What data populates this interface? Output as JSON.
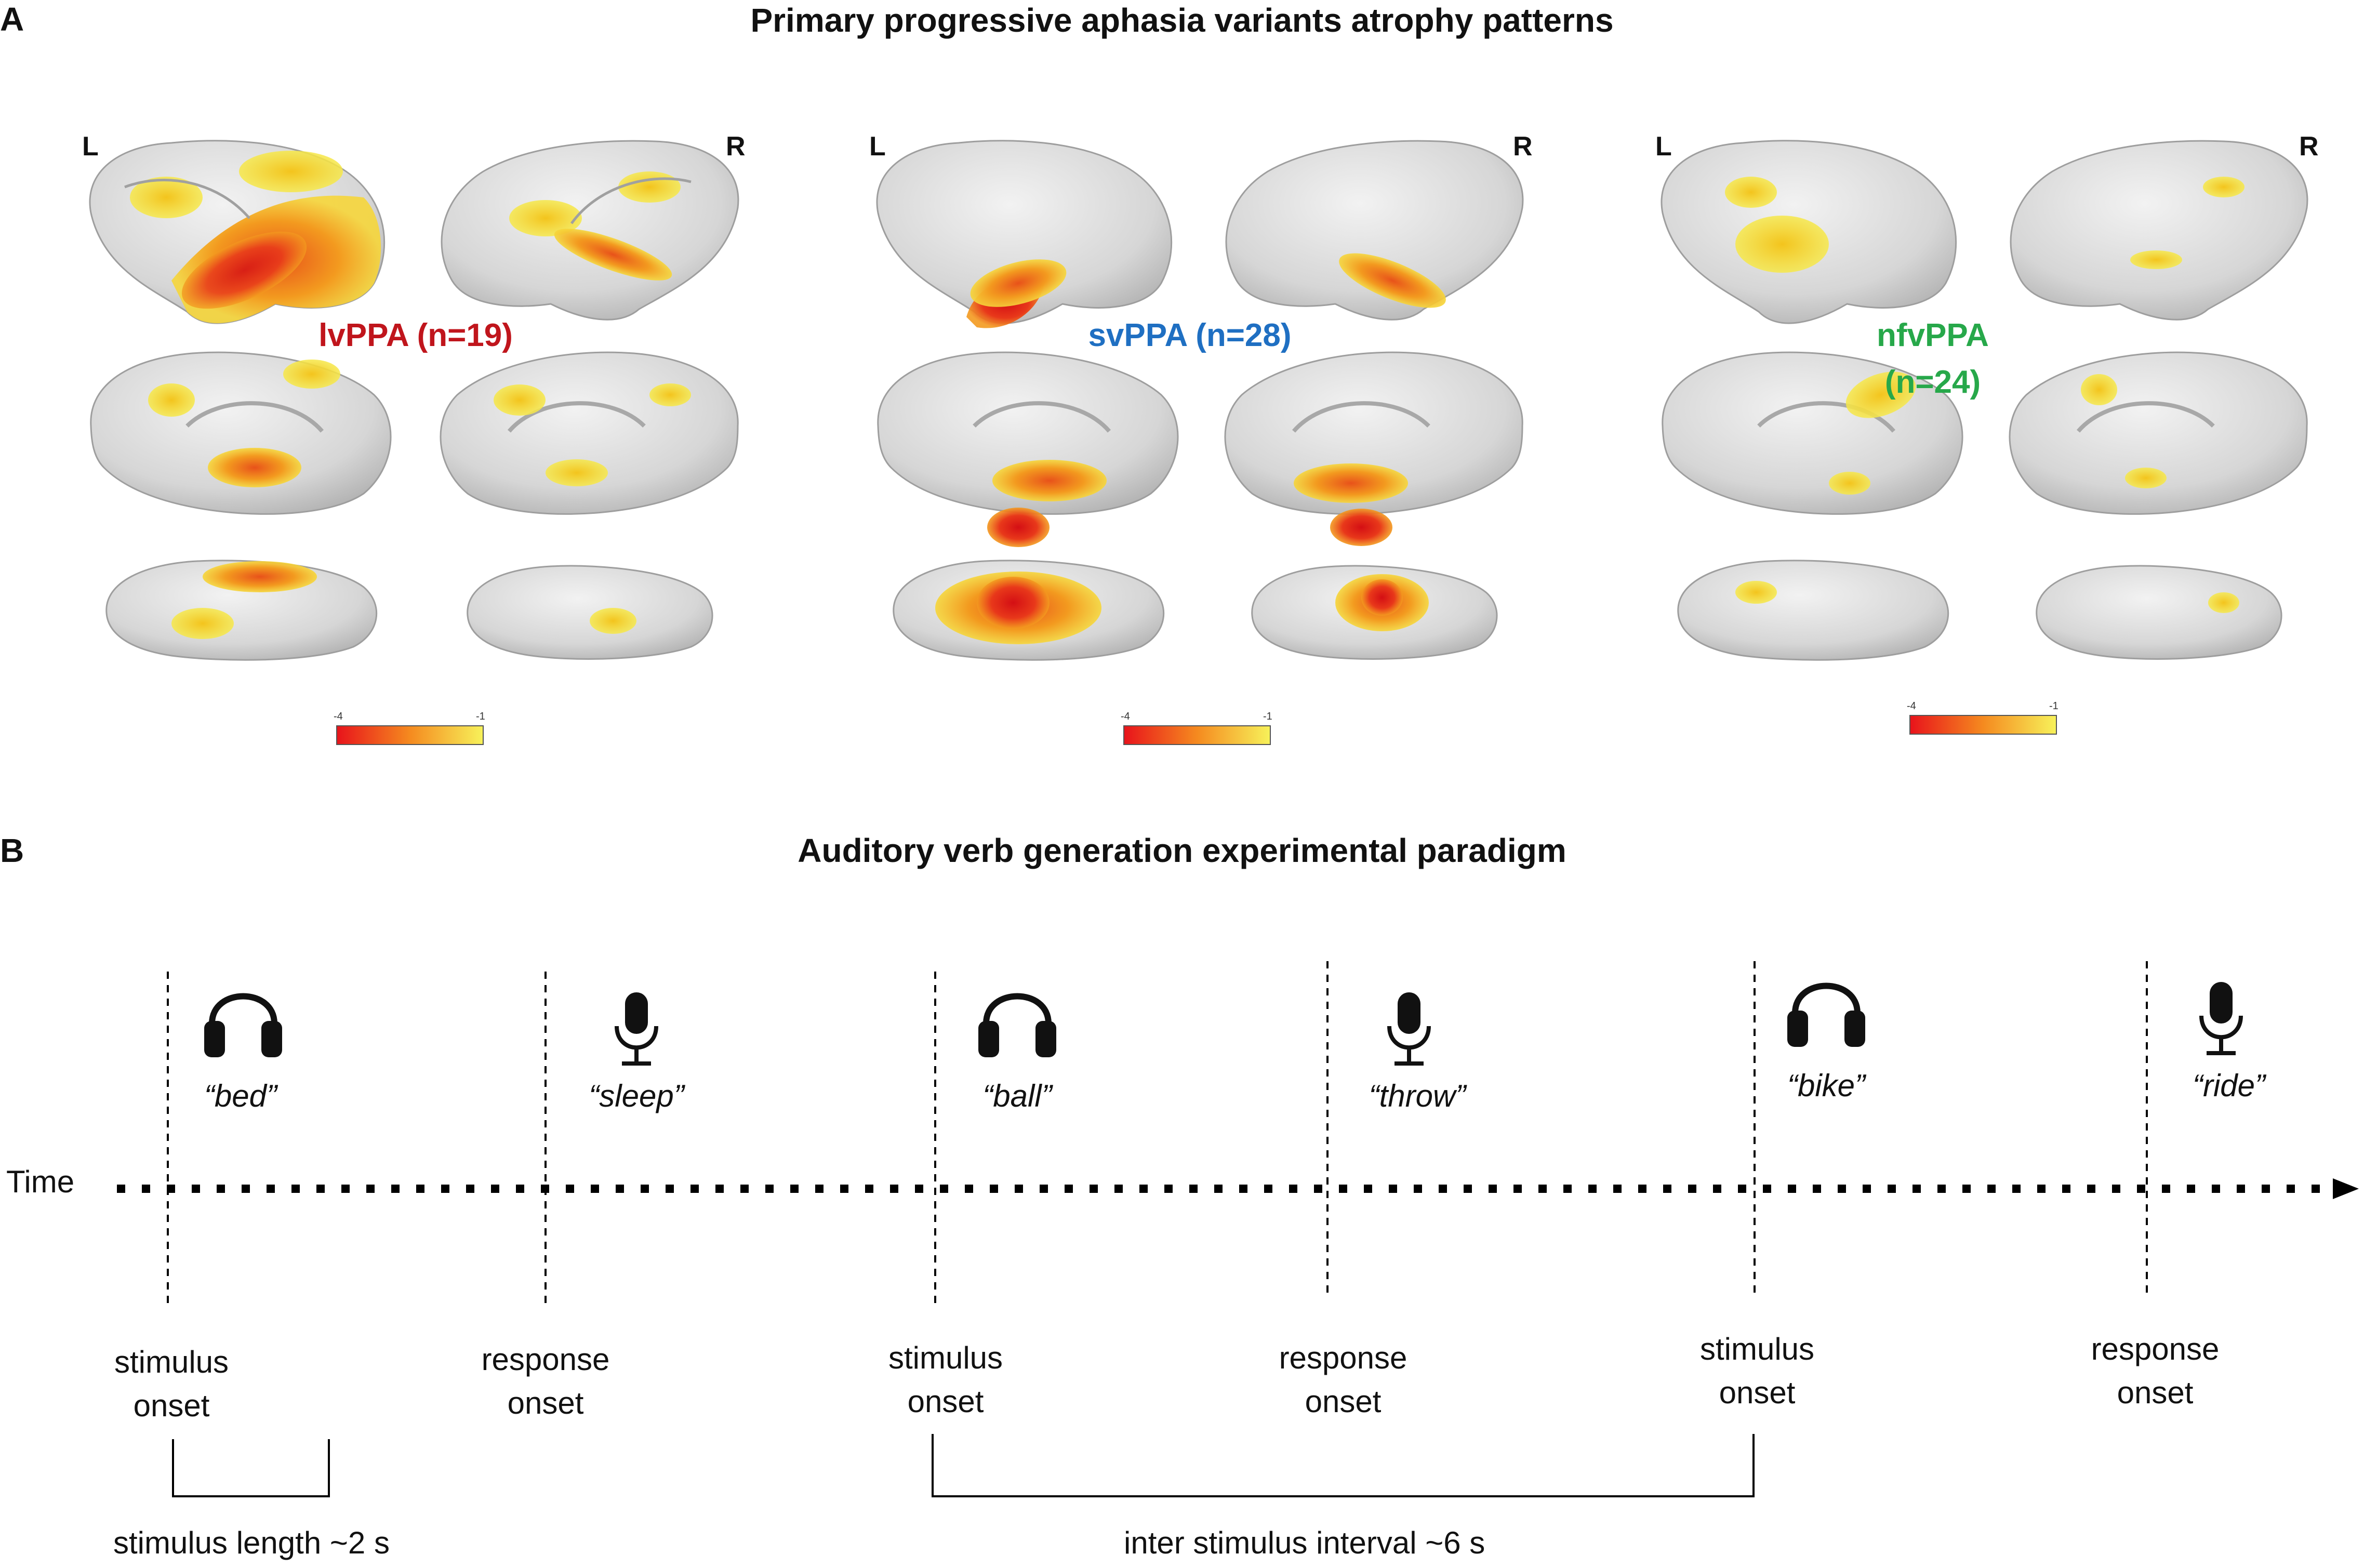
{
  "panel_a": {
    "letter": "A",
    "title": "Primary progressive aphasia variants atrophy patterns",
    "groups": [
      {
        "name": "lvPPA (n=19)",
        "color": "#c0151c",
        "left_label": "L",
        "right_label": "R",
        "scale_min": "-4",
        "scale_max": "-1"
      },
      {
        "name": "svPPA (n=28)",
        "color": "#1f6fc2",
        "left_label": "L",
        "right_label": "R",
        "scale_min": "-4",
        "scale_max": "-1"
      },
      {
        "name_line1": "nfvPPA",
        "name_line2": "(n=24)",
        "color": "#27a84a",
        "left_label": "L",
        "right_label": "R",
        "scale_min": "-4",
        "scale_max": "-1"
      }
    ],
    "colorbar": {
      "low_color": "#e8131b",
      "mid_color": "#f58a1f",
      "high_color": "#f7f25a"
    }
  },
  "panel_b": {
    "letter": "B",
    "title": "Auditory verb generation experimental paradigm",
    "time_label": "Time",
    "events": [
      {
        "icon": "headphones-icon",
        "word": "“bed”",
        "line1": "stimulus",
        "line2": "onset"
      },
      {
        "icon": "microphone-icon",
        "word": "“sleep”",
        "line1": "response",
        "line2": "onset"
      },
      {
        "icon": "headphones-icon",
        "word": "“ball”",
        "line1": "stimulus",
        "line2": "onset"
      },
      {
        "icon": "microphone-icon",
        "word": "“throw”",
        "line1": "response",
        "line2": "onset"
      },
      {
        "icon": "headphones-icon",
        "word": "“bike”",
        "line1": "stimulus",
        "line2": "onset"
      },
      {
        "icon": "microphone-icon",
        "word": "“ride”",
        "line1": "response",
        "line2": "onset"
      }
    ],
    "stimulus_length_label": "stimulus length ~2 s",
    "isi_label": "inter stimulus interval ~6 s"
  }
}
